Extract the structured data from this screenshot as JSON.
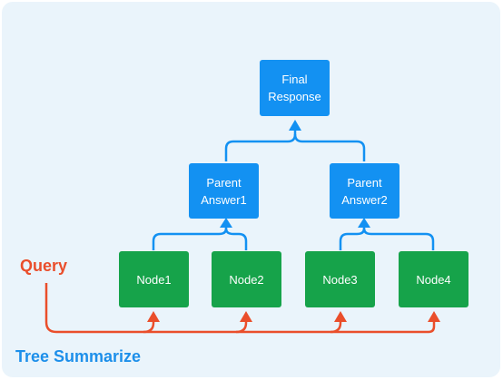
{
  "title": "Tree Summarize",
  "query_label": "Query",
  "root": {
    "line1": "Final",
    "line2": "Response"
  },
  "parents": [
    {
      "line1": "Parent",
      "line2": "Answer1"
    },
    {
      "line1": "Parent",
      "line2": "Answer2"
    }
  ],
  "leaves": [
    "Node1",
    "Node2",
    "Node3",
    "Node4"
  ],
  "colors": {
    "background": "#eaf4fb",
    "blue_node": "#1391f2",
    "green_node": "#16a34a",
    "query_arrow": "#ea4e2b",
    "title": "#1d8fea"
  }
}
